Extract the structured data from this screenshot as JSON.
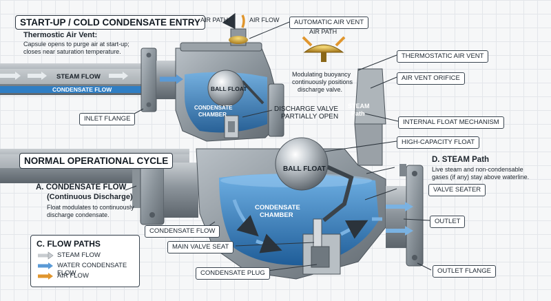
{
  "headings": {
    "startup": "START-UP / COLD CONDENSATE ENTRY",
    "normal": "NORMAL OPERATIONAL CYCLE"
  },
  "startup_note": {
    "title": "Thermostic Air Vent:",
    "line1": "Capsule opens to purge air at start-up;",
    "line2": "closes near saturation temperature."
  },
  "top_labels": {
    "air_path": "AIR PATH",
    "air_flow": "AIR FLOW",
    "automatic_air_vent": "AUTOMATIC AIR VENT",
    "air_path_inset": "AIR PATH",
    "thermostatic_air_vent": "THERMOSTATIC AIR VENT",
    "air_vent_orifice": "AIR VENT ORIFICE",
    "modulating_1": "Modulating buoyancy",
    "modulating_2": "continuously positions",
    "modulating_3": "discharge valve.",
    "steam_flow": "STEAM FLOW",
    "condensate_flow": "CONDENSATE FLOW",
    "ball_float": "BALL FLOAT",
    "condensate_chamber_1": "CONDENSATE",
    "condensate_chamber_2": "CHAMBER",
    "discharge_1": "DISCHARGE VALVE",
    "discharge_2": "PARTIALLY OPEN",
    "steam_path_1": "STEAM",
    "steam_path_2": "Path",
    "inlet_flange": "INLET FLANGE",
    "internal_float_mechanism": "INTERNAL FLOAT MECHANISM"
  },
  "bottom_labels": {
    "high_capacity_float": "HIGH-CAPACITY FLOAT",
    "steam_path_title": "D. STEAM Path",
    "steam_path_1": "Live steam and non-condensable",
    "steam_path_2": "gases (if any) stay above waterline.",
    "valve_seater": "VALVE SEATER",
    "outlet": "OUTLET",
    "outlet_flange": "OUTLET FLANGE",
    "ball_float": "BALL FLOAT",
    "condensate_chamber_1": "CONDENSATE",
    "condensate_chamber_2": "CHAMBER",
    "condensate_flow": "CONDENSATE FLOW",
    "main_valve_seat": "MAIN VALVE SEAT",
    "condensate_plug": "CONDENSATE PLUG"
  },
  "section_a": {
    "title_1": "A. CONDENSATE FLOW",
    "title_2": "(Continuous Discharge)",
    "line1": "Float modulates to continuously",
    "line2": "discharge condensate."
  },
  "legend": {
    "title": "C. FLOW PATHS",
    "items": [
      {
        "label": "STEAM FLOW",
        "color": "#c8ccd0"
      },
      {
        "label": "WATER CONDENSATE FLOW",
        "color": "#5a9ad6"
      },
      {
        "label": "AIR FLOW",
        "color": "#e0962e"
      }
    ]
  },
  "colors": {
    "water": "#3f86c4",
    "metal": "#8f979e",
    "air": "#e0962e",
    "steam_arrow": "#e8ecef"
  }
}
